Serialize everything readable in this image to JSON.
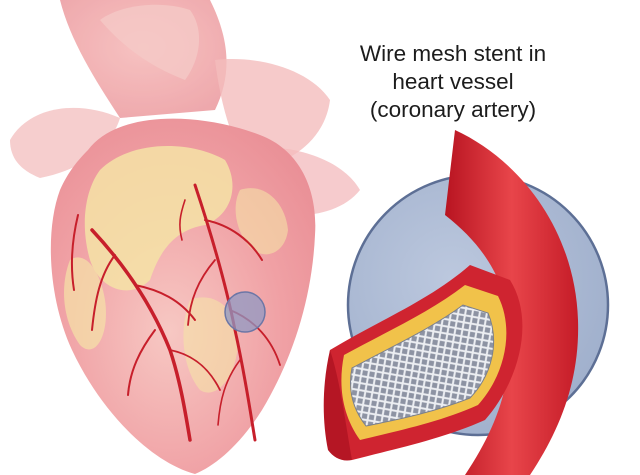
{
  "caption": {
    "lines": [
      "Wire mesh stent in",
      "heart vessel",
      "(coronary artery)"
    ]
  },
  "colors": {
    "heart_muscle": "#f2a3a8",
    "heart_fat": "#f4e2a4",
    "artery_red": "#c71f2b",
    "vessel_wall": "#e0323a",
    "plaque_yellow": "#f1c24a",
    "zoom_circle_fill": "#a9b8d3",
    "zoom_circle_stroke": "#5d6f95",
    "stent_metal": "#c9cbd2"
  },
  "icons": [
    "heart-illustration",
    "coronary-artery-branches",
    "zoom-marker",
    "magnified-vessel",
    "wire-mesh-stent"
  ]
}
